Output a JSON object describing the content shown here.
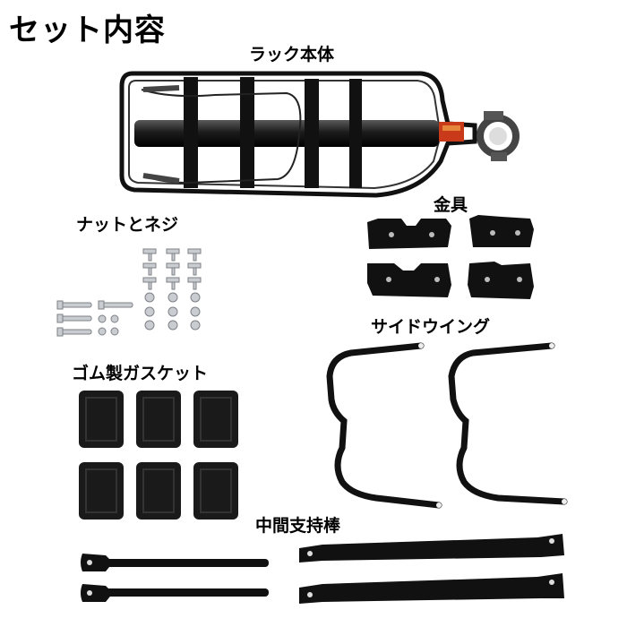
{
  "title": "セット内容",
  "parts": {
    "rack": "ラック本体",
    "nuts_screws": "ナットとネジ",
    "brackets": "金具",
    "side_wings": "サイドウイング",
    "rubber_gaskets": "ゴム製ガスケット",
    "support_bars": "中間支持棒"
  },
  "colors": {
    "metal": "#111111",
    "reflector": "#c83a1a",
    "bolt": "#c9ccd0",
    "gasket": "#1a1a1a"
  }
}
